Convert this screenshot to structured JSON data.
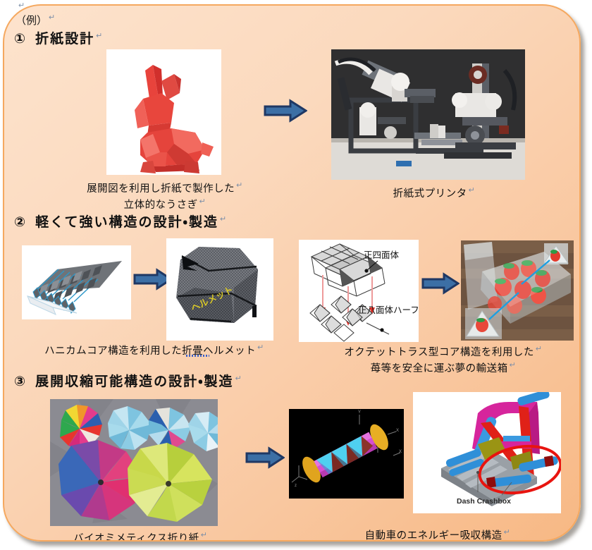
{
  "document": {
    "example_label": "（例）",
    "pilcrow": "↵"
  },
  "sections": [
    {
      "number": "①",
      "heading": "折紙設計",
      "items": [
        {
          "caption_line1": "展開図を利用し折紙で製作した",
          "caption_line2": "立体的なうさぎ",
          "image_name": "origami-bunny-photo"
        },
        {
          "caption_line1": "折紙式プリンタ",
          "caption_line2": "",
          "image_name": "origami-printer-photo"
        }
      ]
    },
    {
      "number": "②",
      "heading": "軽くて強い構造の設計・製造",
      "items": [
        {
          "caption_line1": "ハニカムコア構造を利用した折畳ヘルメット",
          "caption_underlined": "折畳",
          "image_name": "honeycomb-core-diagram"
        },
        {
          "caption_line1": "オクテットトラス型コア構造を利用した",
          "caption_line2": "苺等を安全に運ぶ夢の輸送箱",
          "image_name": "octet-truss-diagram"
        }
      ]
    },
    {
      "number": "③",
      "heading": "展開収縮可能構造の設計・製造",
      "items": [
        {
          "caption_line1": "バイオミメティクス折り紙",
          "image_name": "biomimetics-origami-photo"
        },
        {
          "caption_line1": "自動車のエネルギー吸収構造",
          "image_name": "car-energy-absorption-cad"
        }
      ]
    }
  ],
  "diagram_labels": {
    "tetrahedron": "正四面体",
    "octahedron_half": "正八面体ハーフ",
    "dash_crashbox": "Dash Crashbox"
  },
  "colors": {
    "panel_fill_light": "#fde3cd",
    "panel_fill_dark": "#f7b884",
    "panel_border": "#f5a85f",
    "arrow_fill": "#3c6fa5",
    "arrow_stroke": "#1f3864",
    "bunny_red": "#e03a35",
    "highlight_ellipse": "#e8140f",
    "spellcheck_underline": "#3a5fc8"
  },
  "arrows": [
    {
      "name": "arrow-section1"
    },
    {
      "name": "arrow-section2-left"
    },
    {
      "name": "arrow-section2-right"
    },
    {
      "name": "arrow-section3"
    }
  ]
}
